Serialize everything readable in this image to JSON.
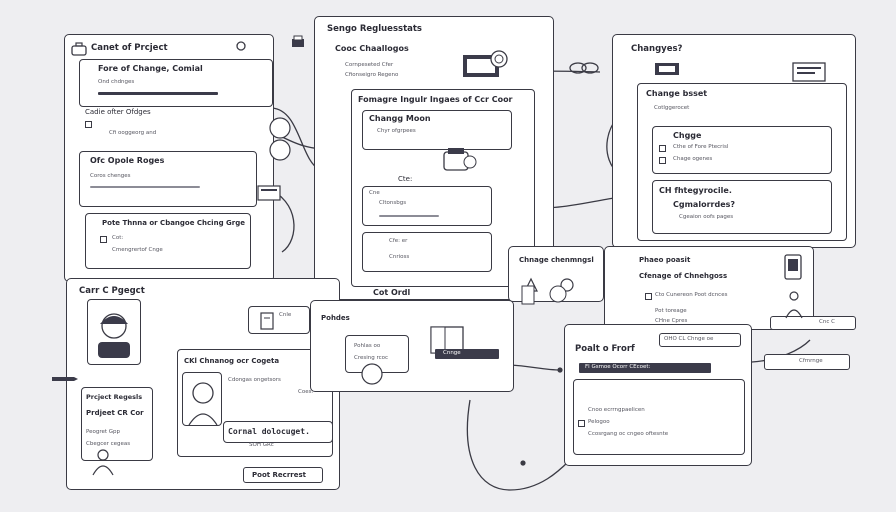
{
  "card_project": {
    "header": "Canet of Prcject",
    "sub_title": "Fore of Change, Comial",
    "row_1": "Ond chdnges",
    "row_2": "Cadie ofter Ofdges",
    "row_3": "Cfi ooggeorg and",
    "section_2_title": "Ofc Opole Roges",
    "row_4": "Coros chenges",
    "section_3_title": "Pote Thnna or Cbangoe Chcing Grge",
    "row_5": "Cot:",
    "row_6": "Cmengrertof Cnge"
  },
  "card_sender": {
    "header": "Sengo Regluesstats",
    "sub_title": "Cooc Chaallogos",
    "row_1": "Cornpeseted Cfer",
    "row_2": "Cfionseigro Regeno",
    "inner_title": "Fomagre Ingulr Ingaes of Ccr Coor",
    "inner_row_1": "Changg Moon",
    "inner_row_2": "Chyr ofgrpees",
    "inner_row_3": "Cte:",
    "inner_row_4": "Cne",
    "inner_row_5": "Cltonsbgs",
    "inner_row_6": "Cfe: er",
    "inner_row_7": "Cnrioss",
    "footer": "Cot Ordl"
  },
  "card_changes": {
    "header": "Changyes?",
    "sub_title": "Change bsset",
    "row_1": "Cotlggerocet",
    "inner_title": "Chgge",
    "inner_row_1": "Cthe of Fore Ptecrisl",
    "inner_row_2": "Chage ogenes",
    "inner_title_2": "CH fhtegyrocile.",
    "inner_row_3": "Cgmalorrdes?",
    "inner_row_4": "Cgeaion oofs pages"
  },
  "card_project_bottom": {
    "header": "Carr C Pgegct",
    "tab_1": "Prcject Regesls",
    "tab_2": "Prdjeet CR Cor",
    "row_1": "Peogret Gpp",
    "row_2": "Cbegcer cegeas",
    "sub_title": "CKl Chnanog ocr Cogeta",
    "row_3": "Cdongas ongetsors",
    "row_4": "Coes:",
    "code": "Cornal dolocuget.",
    "code_sub": "SOH GRc",
    "footer": "Poot Recrrest"
  },
  "card_mid": {
    "header": "Cnle",
    "sub_title": "Pohdes",
    "row_1": "Pohlas oo",
    "row_2": "Cresing rcoc",
    "bar": "Cnnge"
  },
  "card_change_node": {
    "header": "Chnage chenmngsl"
  },
  "card_phone": {
    "header": "Phaeo poasit",
    "sub_title": "Cfenage of Chnehgoss",
    "row_1": "Cto Cunereon Poot dcnces",
    "row_2": "Pot toreage",
    "row_3": "CHne Cpres",
    "pill_1": "Cnc C",
    "pill_2": "Cfmrnge"
  },
  "card_poot": {
    "header": "Poalt o Frorf",
    "pill": "OHO CL Chnge oe",
    "bar": "Fl Gsmoe Ocorr CEcoet:",
    "row_1": "Cnoo ecrrngpaelicen",
    "row_2": "Pelogoo",
    "row_3": "Ccosrgang oc cngeo oftesnte"
  },
  "colors": {
    "ink": "#3a3a44",
    "panel": "#ffffff",
    "background": "#eeeef1",
    "bar": "#3b3b4a"
  },
  "icons": [
    "hand-cursor-icon",
    "briefcase-icon",
    "laptop-icon",
    "person-icon",
    "phone-icon",
    "link-icon",
    "folder-icon",
    "printer-icon",
    "document-icon",
    "pencil-icon",
    "gear-icon",
    "chat-icon"
  ]
}
